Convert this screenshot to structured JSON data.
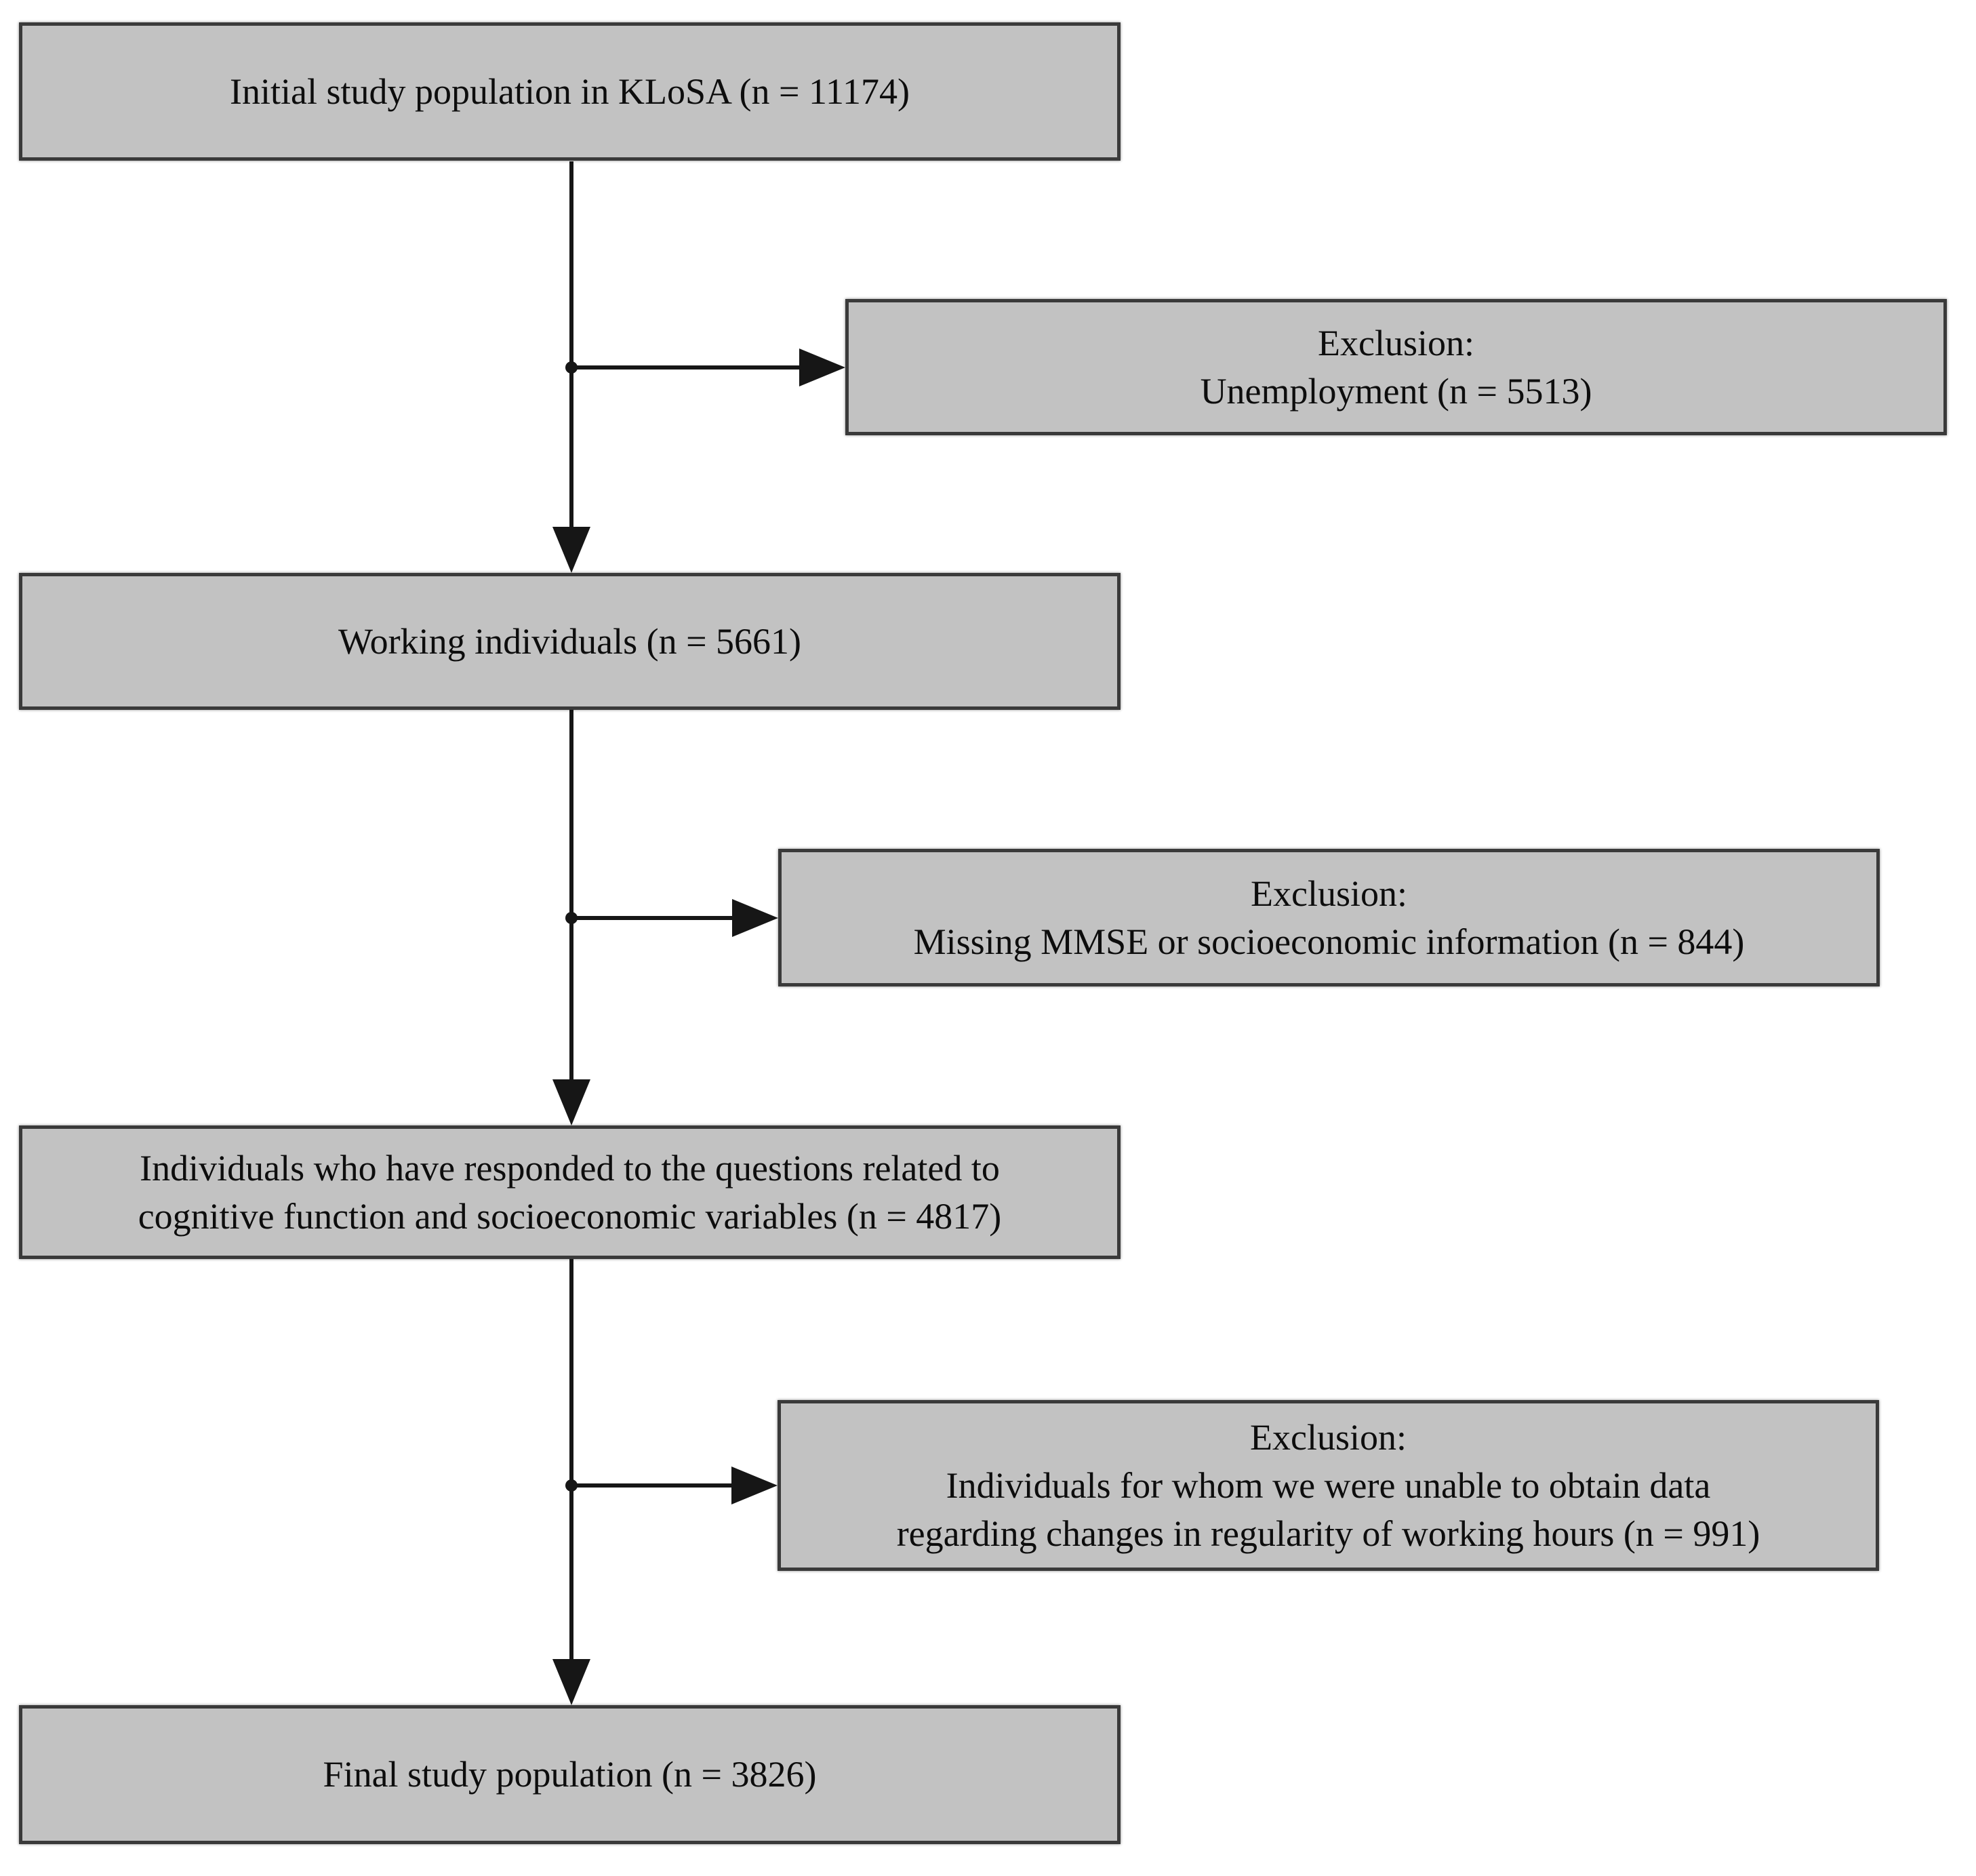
{
  "figure": {
    "type": "flowchart",
    "description": "Study population selection flow diagram",
    "colors": {
      "box_fill": "#c2c2c2",
      "box_border": "#3a3a3a",
      "connector": "#161616",
      "text": "#0d0d0d",
      "background": "#ffffff"
    },
    "nodes": {
      "initial": {
        "text": "Initial study population in KLoSA (n = 11174)"
      },
      "working": {
        "text": "Working individuals (n = 5661)"
      },
      "responded": {
        "line1": "Individuals who have responded to the questions related to",
        "line2": "cognitive function and socioeconomic variables (n = 4817)"
      },
      "final": {
        "text": "Final study population (n = 3826)"
      },
      "exclusion1": {
        "title": "Exclusion:",
        "body": "Unemployment (n = 5513)"
      },
      "exclusion2": {
        "title": "Exclusion:",
        "body": "Missing MMSE or socioeconomic information (n = 844)"
      },
      "exclusion3": {
        "title": "Exclusion:",
        "body_line1": "Individuals for whom we were unable to obtain data",
        "body_line2": "regarding changes in regularity of working hours (n = 991)"
      }
    },
    "counts": {
      "initial_population": 11174,
      "excluded_unemployment": 5513,
      "working_individuals": 5661,
      "excluded_missing_info": 844,
      "responded_individuals": 4817,
      "excluded_no_working_hours_data": 991,
      "final_population": 3826
    }
  }
}
